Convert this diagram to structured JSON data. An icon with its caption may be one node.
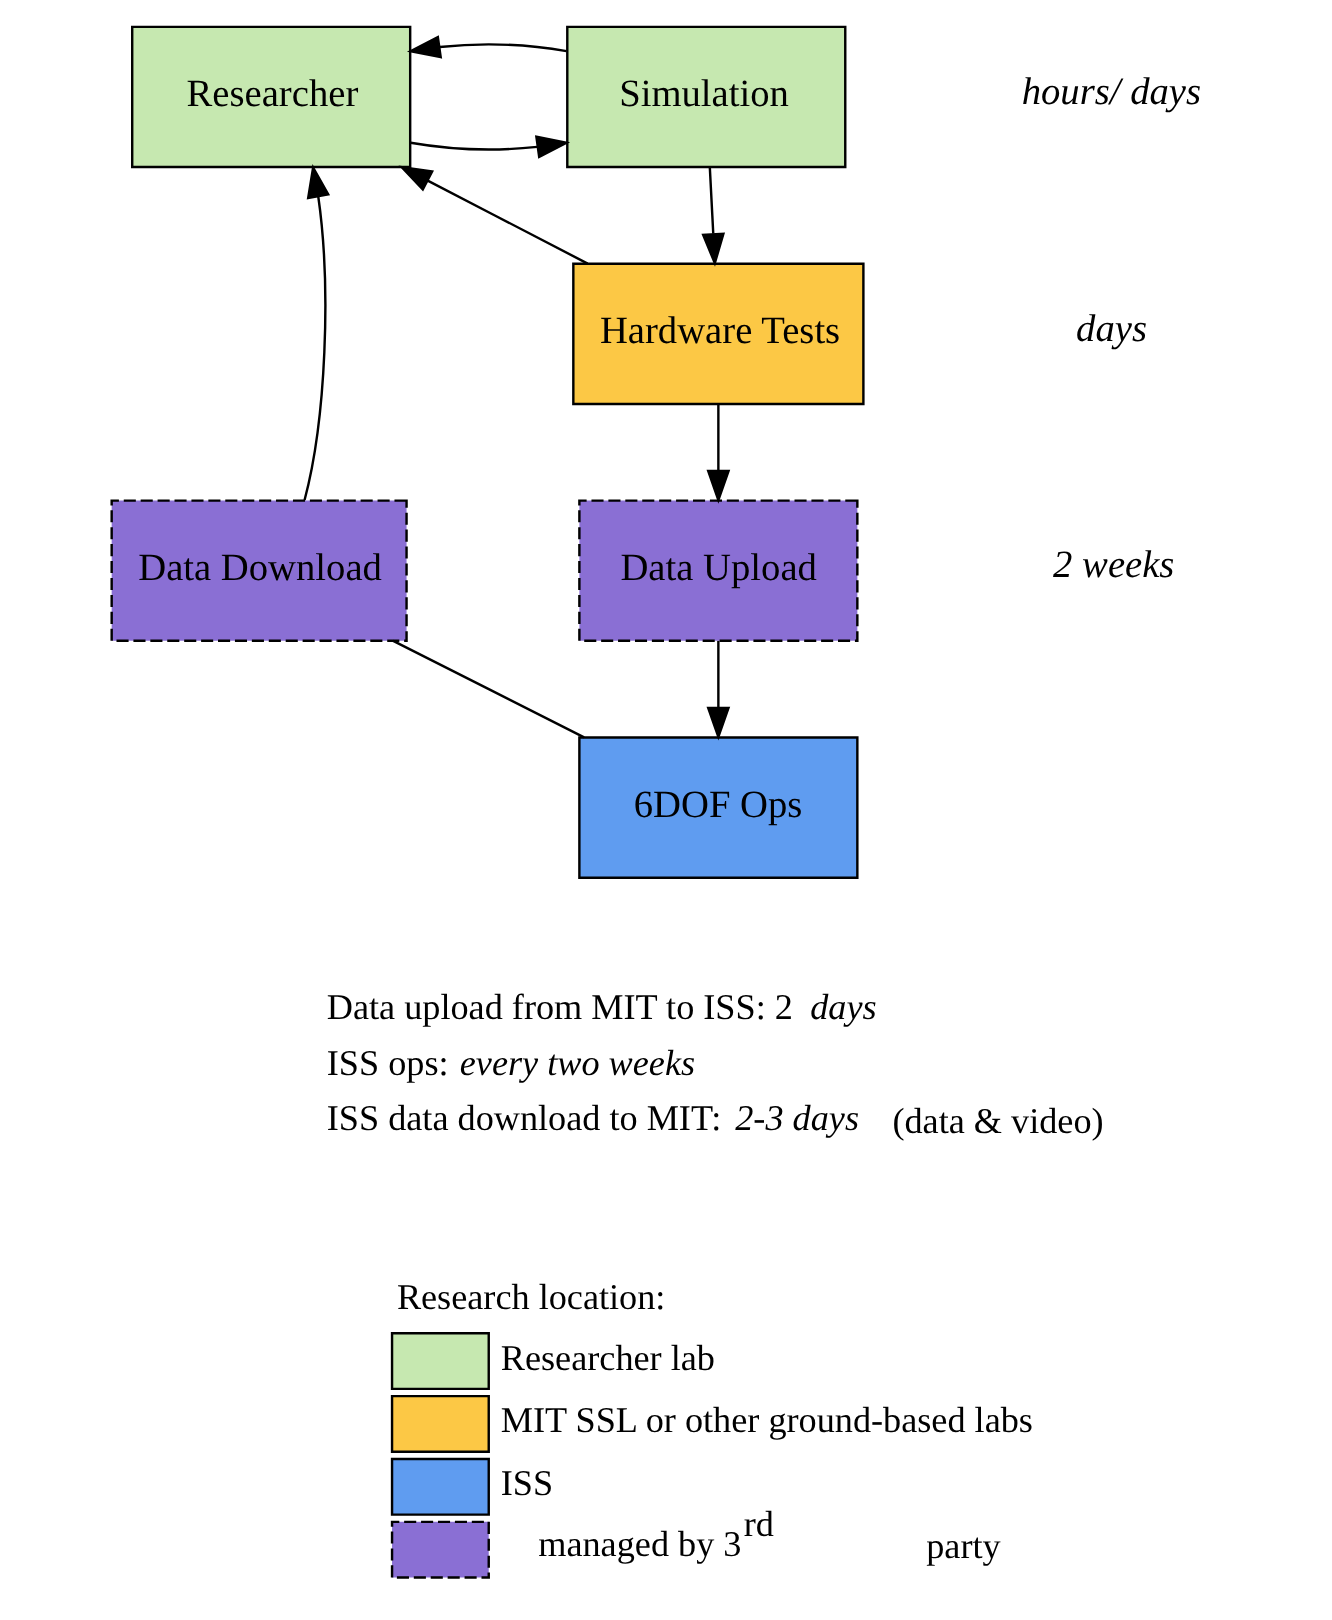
{
  "diagram": {
    "nodes": [
      {
        "text": [
          "Researcher"
        ]
      },
      {
        "text": [
          "Simulation"
        ]
      },
      {
        "text": [
          "Hardware Tests"
        ]
      },
      {
        "text": [
          "Data Download"
        ]
      },
      {
        "text": [
          "Data Upload"
        ]
      },
      {
        "text": [
          "6DOF Ops"
        ]
      }
    ],
    "edges": [
      {
        "from": 0,
        "to": 1,
        "arrow": "to"
      },
      {
        "from": 1,
        "to": 2,
        "arrow": "to"
      },
      {
        "from": 1,
        "to": 0,
        "arrow": "to"
      },
      {
        "from": 2,
        "to": 0,
        "arrow": "to"
      },
      {
        "from": 2,
        "to": 4,
        "arrow": "to"
      },
      {
        "from": 4,
        "to": 5,
        "arrow": "to"
      },
      {
        "from": 5,
        "to": 3,
        "arrow": "none"
      },
      {
        "from": 3,
        "to": 0,
        "arrow": "to"
      }
    ],
    "labels": [
      "*hours/ days*",
      "*days*",
      "*2 weeks*",
      "Data upload from MIT to ISS: 2 *days*",
      "ISS ops: *every two weeks*",
      "ISS data download to MIT: *2-3 days*",
      "(data & video)",
      "Research location:"
    ],
    "legend": [
      {
        "text": "Researcher lab",
        "color": "#c6e8b0"
      },
      {
        "text": "MIT SSL or other ground-based labs",
        "color": "#fcc845"
      },
      {
        "text": "ISS",
        "color": "#5f9cf0"
      },
      {
        "text": "managed by 3$^{rd}$ party",
        "color": "#8a6fd4"
      }
    ]
  }
}
